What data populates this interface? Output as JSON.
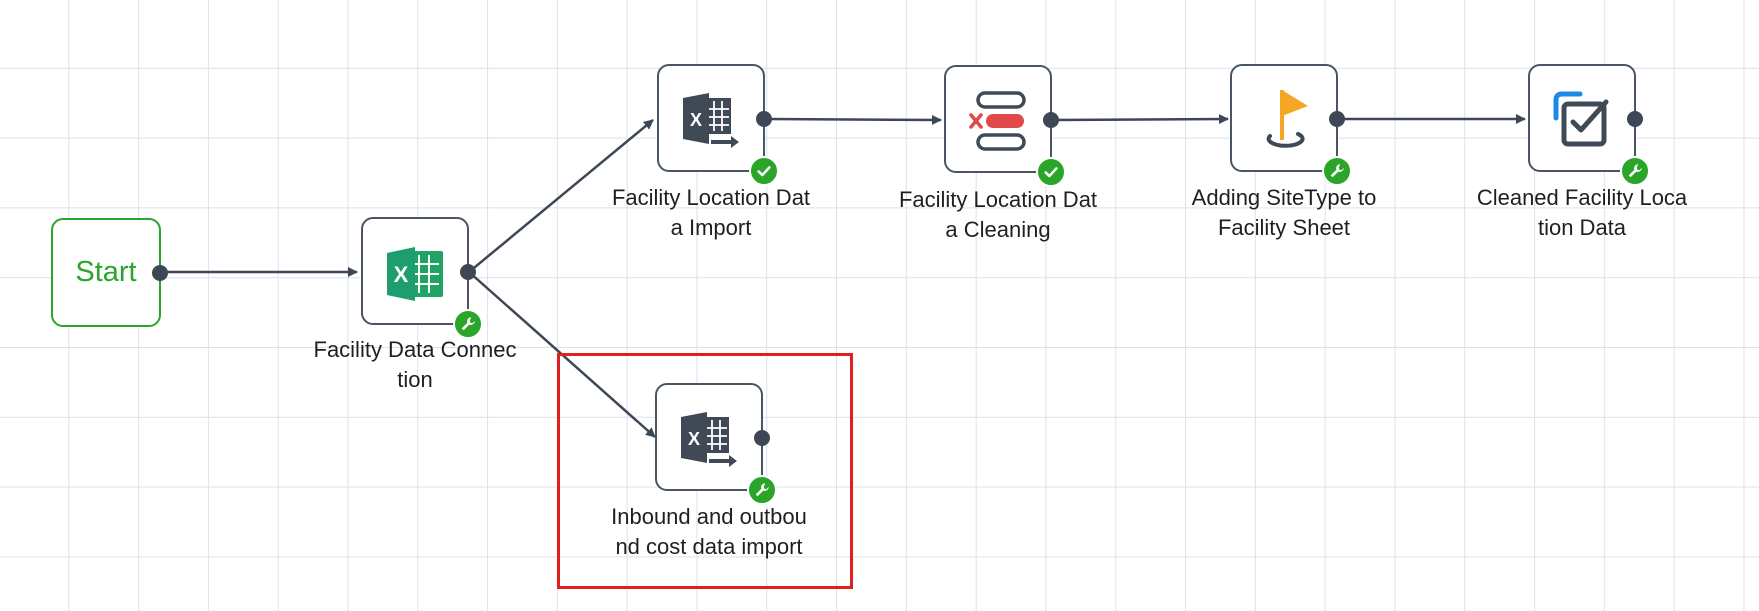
{
  "start": {
    "label": "Start"
  },
  "nodes": [
    {
      "label": "Facility Data Connec\ntion",
      "icon": "excel-green-icon",
      "status": "wrench"
    },
    {
      "label": "Facility Location Dat\na Import",
      "icon": "excel-import-icon",
      "status": "check"
    },
    {
      "label": "Facility Location Dat\na Cleaning",
      "icon": "data-cleaning-icon",
      "status": "check"
    },
    {
      "label": "Adding SiteType to\nFacility Sheet",
      "icon": "flag-icon",
      "status": "wrench"
    },
    {
      "label": "Cleaned Facility Loca\ntion Data",
      "icon": "checkbox-icon",
      "status": "wrench"
    },
    {
      "label": "Inbound and outbou\nnd cost data import",
      "icon": "excel-import-icon",
      "status": "wrench"
    }
  ],
  "colors": {
    "node_border": "#4a5563",
    "start_green": "#2aa52a",
    "badge_green": "#2aa52a",
    "highlight": "#e02020",
    "excel_green": "#21a366",
    "flag_orange": "#f5a623",
    "clean_red": "#e04a4a",
    "accent_blue": "#1e88e5"
  }
}
